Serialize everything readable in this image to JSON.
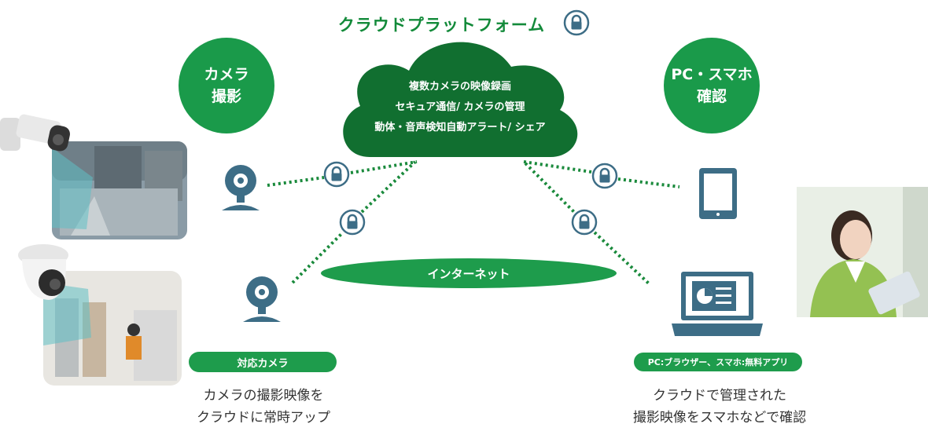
{
  "title": "クラウドプラットフォーム",
  "left_circle": {
    "line1": "カメラ",
    "line2": "撮影"
  },
  "right_circle": {
    "line1": "PC・スマホ",
    "line2": "確認"
  },
  "cloud_lines": [
    "複数カメラの映像録画",
    "セキュア通信/ カメラの管理",
    "動体・音声検知自動アラート/ シェア"
  ],
  "internet_label": "インターネット",
  "left_badge": "対応カメラ",
  "right_badge": "PC:ブラウザー、スマホ:無料アプリ",
  "left_caption": {
    "line1": "カメラの撮影映像を",
    "line2": "クラウドに常時アップ"
  },
  "right_caption": {
    "line1": "クラウドで管理された",
    "line2": "撮影映像をスマホなどで確認"
  },
  "colors": {
    "brand_green": "#1a9a4a",
    "dark_green": "#0f6b2e",
    "dot_green": "#1a8a3c",
    "lock_blue": "#3d6d86"
  }
}
